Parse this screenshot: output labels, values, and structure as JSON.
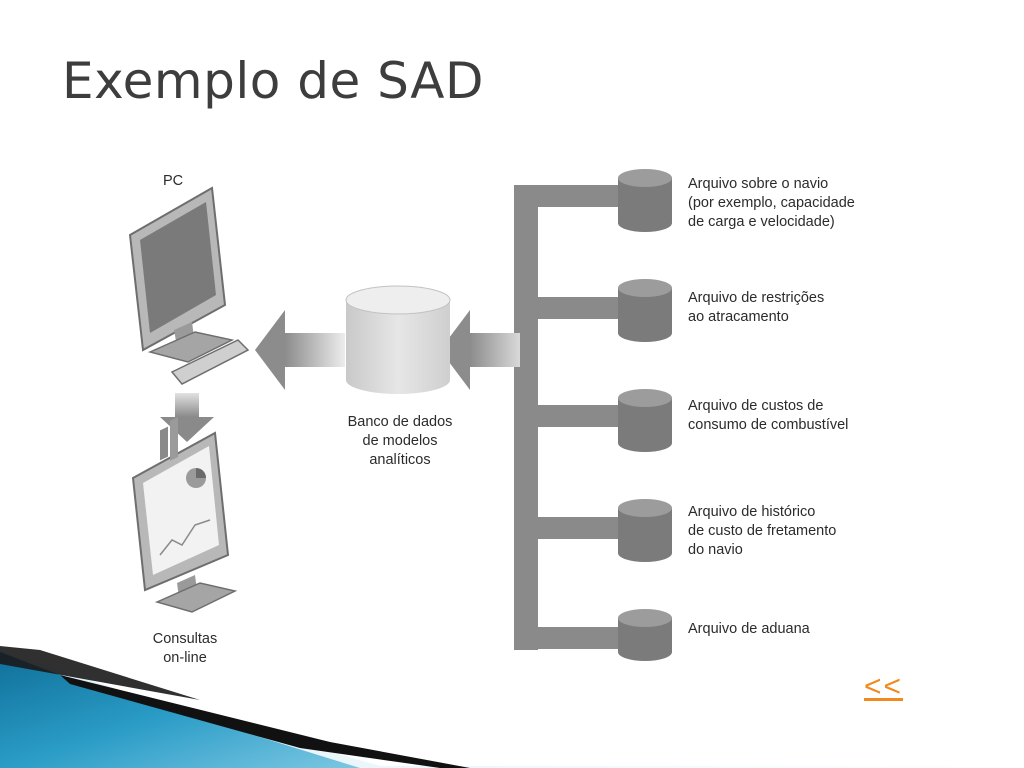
{
  "slide": {
    "title": "Exemplo de SAD",
    "nav_link": "<<"
  },
  "diagram": {
    "pc_label": "PC",
    "database_label": [
      "Banco de dados",
      "de modelos",
      "analíticos"
    ],
    "online_label": [
      "Consultas",
      "on-line"
    ],
    "files": [
      {
        "lines": [
          "Arquivo sobre o navio",
          "(por exemplo, capacidade",
          "de carga e velocidade)"
        ]
      },
      {
        "lines": [
          "Arquivo de restrições",
          "ao atracamento"
        ]
      },
      {
        "lines": [
          "Arquivo de custos de",
          "consumo de combustível"
        ]
      },
      {
        "lines": [
          "Arquivo de histórico",
          "de custo de fretamento",
          "do navio"
        ]
      },
      {
        "lines": [
          "Arquivo de aduana"
        ]
      }
    ]
  },
  "colors": {
    "title": "#3d3d3d",
    "link": "#f08a1c",
    "bus": "#8a8a8a",
    "cylinder": "#7b7b7b",
    "database": "#d6d6d6",
    "footer_blue": "#1f88b3"
  }
}
